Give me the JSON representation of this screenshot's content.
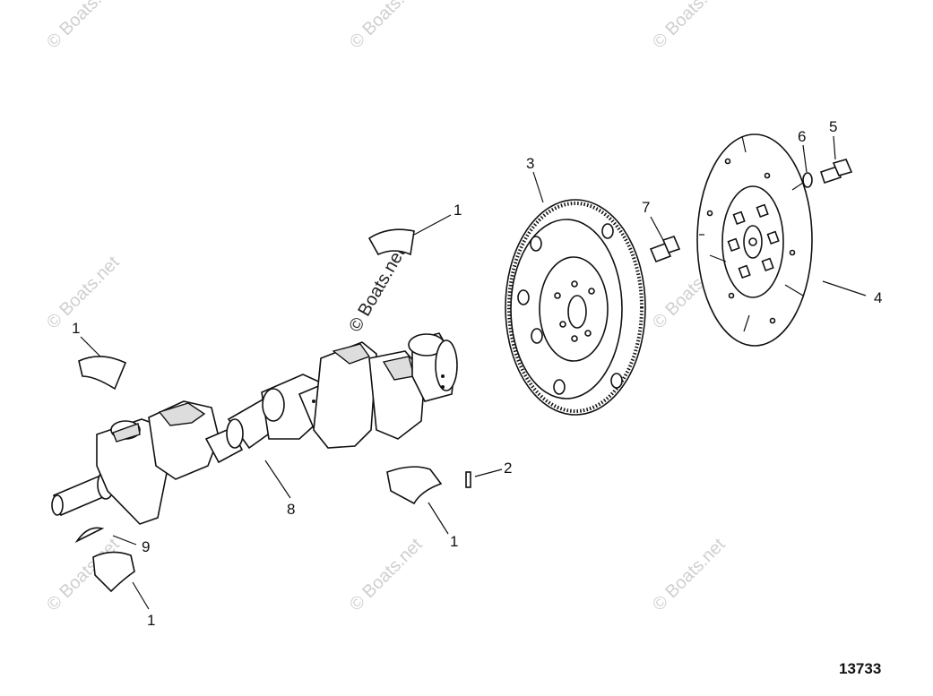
{
  "watermark_text": "© Boats.net",
  "callouts": {
    "c1a": "1",
    "c1b": "1",
    "c1c": "1",
    "c1d": "1",
    "c2": "2",
    "c3": "3",
    "c4": "4",
    "c5": "5",
    "c6": "6",
    "c7": "7",
    "c8": "8",
    "c9": "9"
  },
  "diagram_id": "13733"
}
